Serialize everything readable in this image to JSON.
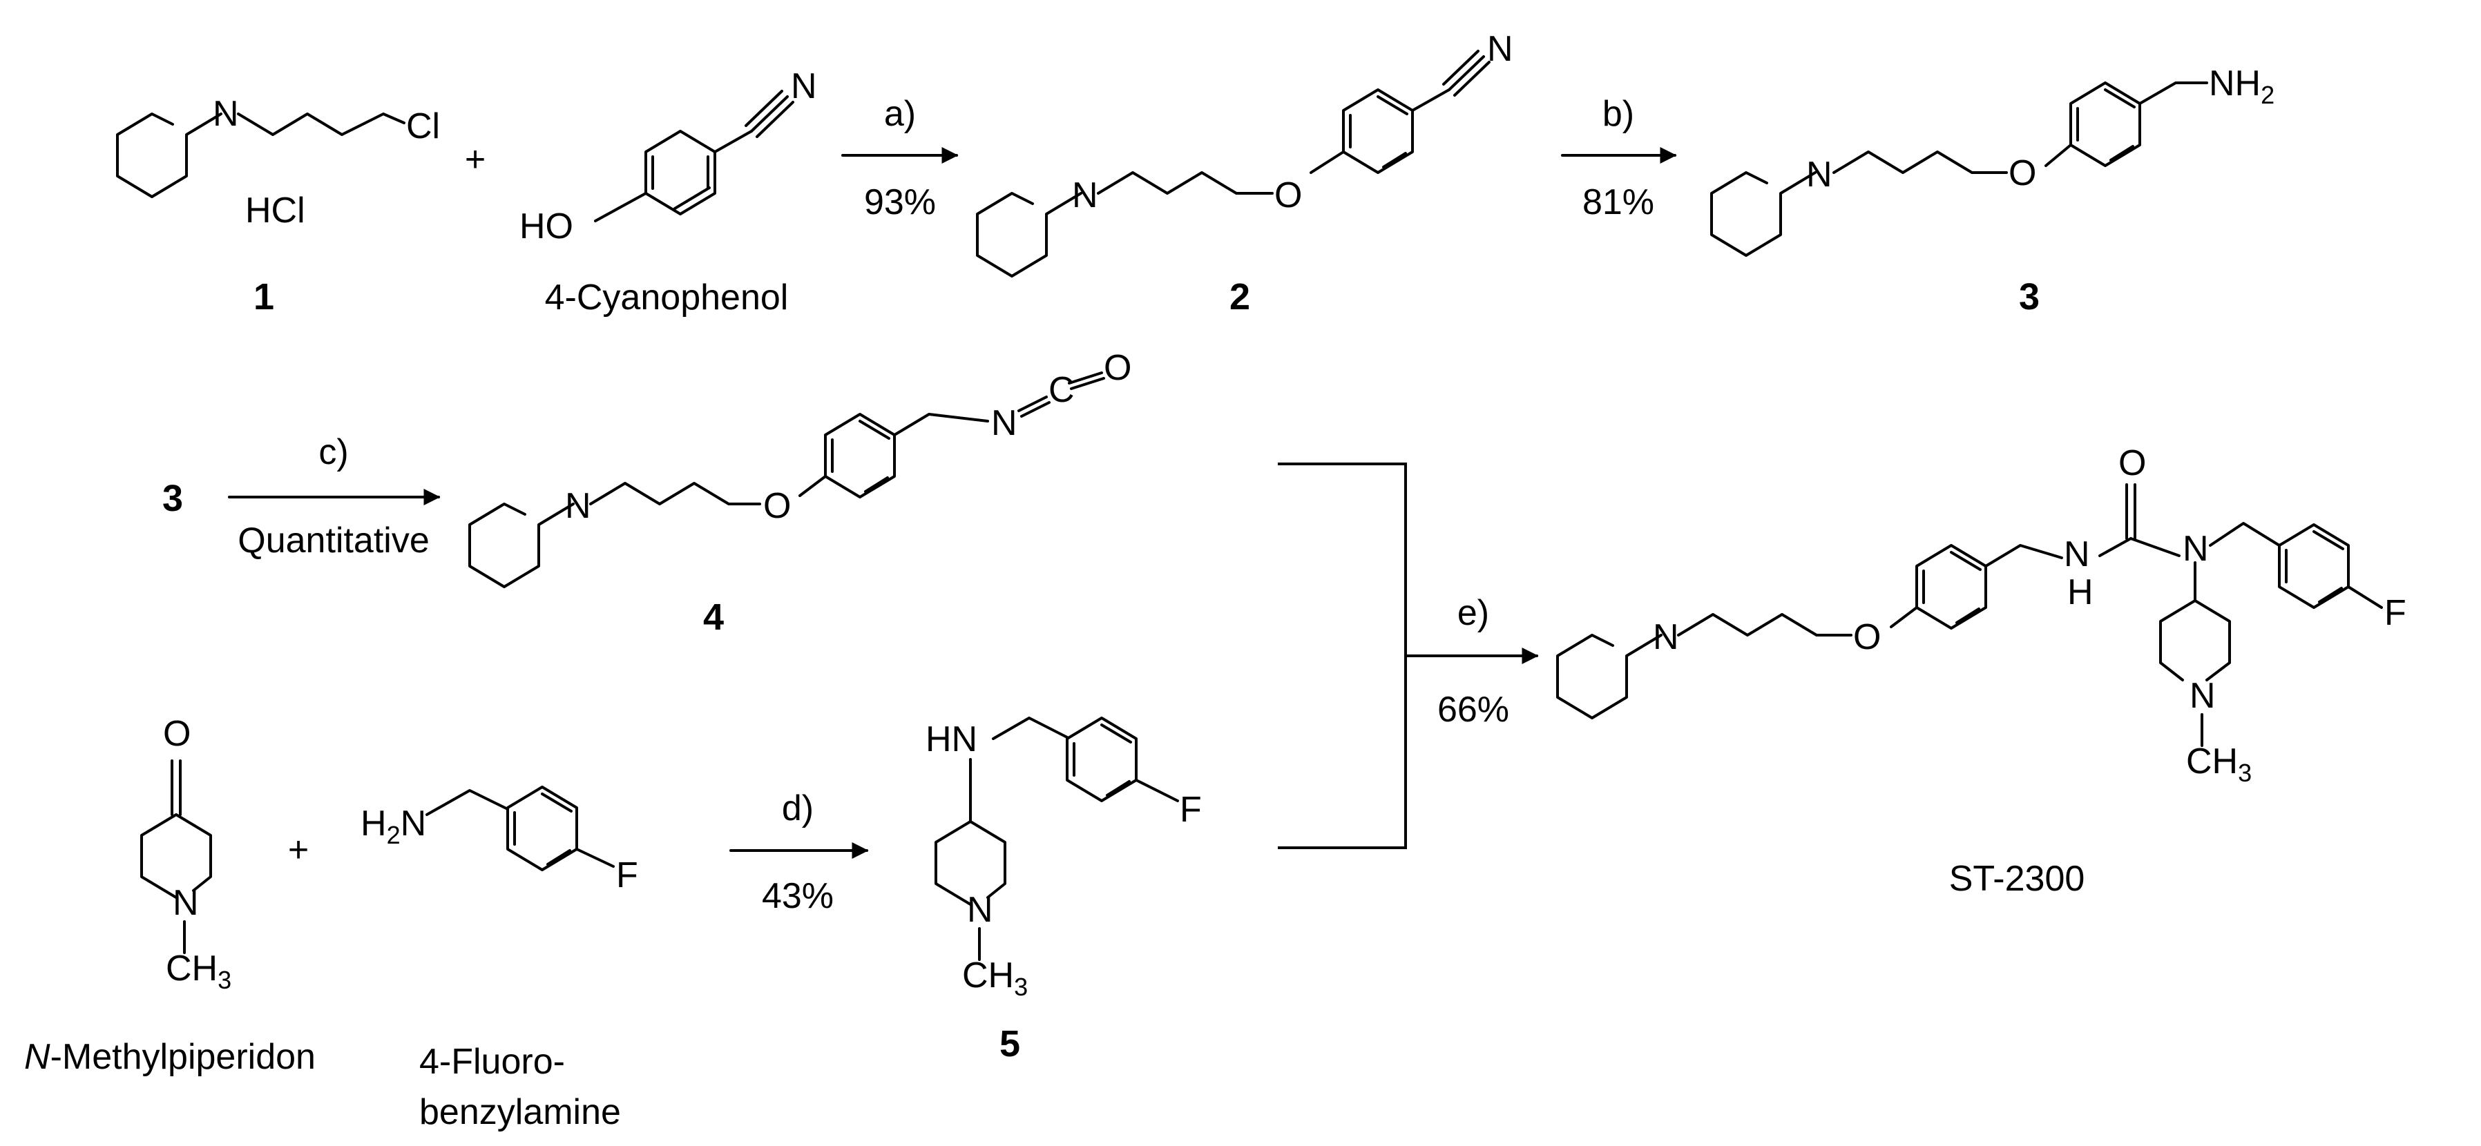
{
  "compounds": {
    "c1": {
      "number": "1",
      "salt": "HCl",
      "cl": "Cl",
      "n": "N"
    },
    "cyanophenol": {
      "name": "4-Cyanophenol",
      "ho": "HO",
      "n": "N"
    },
    "c2": {
      "number": "2",
      "n_ring": "N",
      "o": "O",
      "n_nitrile": "N"
    },
    "c3": {
      "number": "3",
      "n_ring": "N",
      "o": "O",
      "nh": "NH",
      "nh_sub": "2"
    },
    "c3_start": {
      "number": "3"
    },
    "c4": {
      "number": "4",
      "n_ring": "N",
      "o": "O",
      "n_iso": "N",
      "c_iso": "C",
      "o_iso": "O"
    },
    "methylpiperidone": {
      "name_italic": "N",
      "name_rest": "-Methylpiperidon",
      "o": "O",
      "n": "N",
      "ch": "CH",
      "ch_sub": "3"
    },
    "fluorobenzylamine": {
      "name_line1": "4-Fluoro-",
      "name_line2": "benzylamine",
      "h2n_h": "H",
      "h2n_sub": "2",
      "h2n_n": "N",
      "f": "F"
    },
    "c5": {
      "number": "5",
      "hn": "HN",
      "f": "F",
      "n": "N",
      "ch": "CH",
      "ch_sub": "3"
    },
    "st2300": {
      "name": "ST-2300",
      "n_ring": "N",
      "o_ether": "O",
      "nh_n": "N",
      "nh_h": "H",
      "o_urea": "O",
      "n_urea": "N",
      "f": "F",
      "n_pip": "N",
      "ch": "CH",
      "ch_sub": "3"
    }
  },
  "operators": {
    "plus1": "+",
    "plus2": "+"
  },
  "reactions": {
    "a": {
      "label": "a)",
      "yield": "93%"
    },
    "b": {
      "label": "b)",
      "yield": "81%"
    },
    "c": {
      "label": "c)",
      "condition": "Quantitative"
    },
    "d": {
      "label": "d)",
      "yield": "43%"
    },
    "e": {
      "label": "e)",
      "yield": "66%"
    }
  }
}
